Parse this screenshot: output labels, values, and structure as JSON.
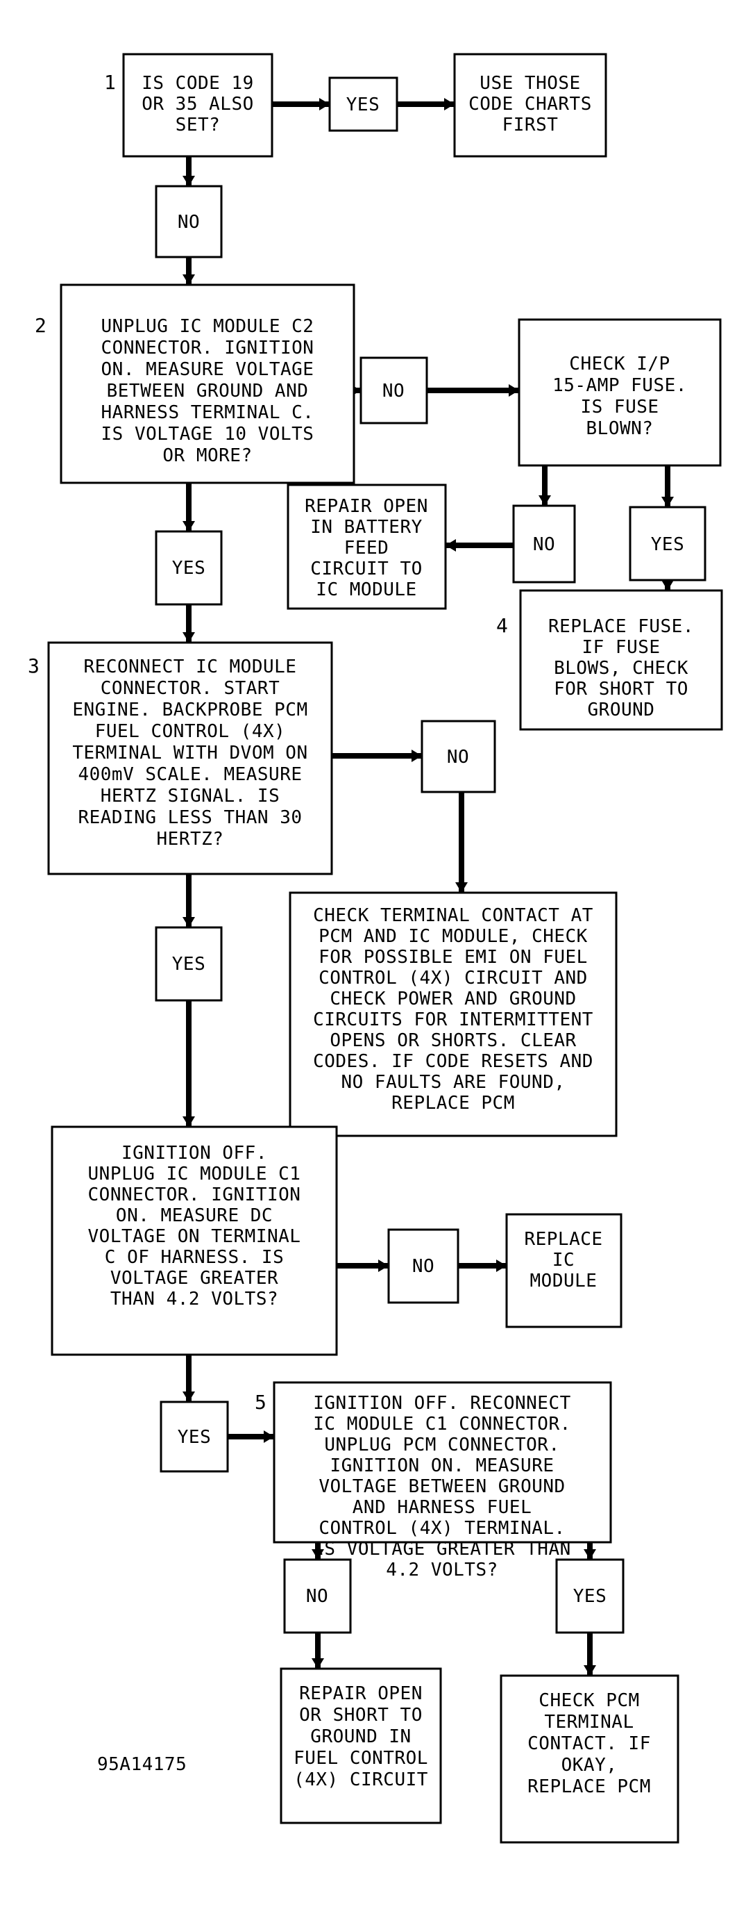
{
  "figure_id": "95A14175",
  "steps": {
    "s1": {
      "number": "1",
      "lines": [
        "IS CODE 19",
        "OR 35 ALSO",
        "SET?"
      ]
    },
    "s2": {
      "number": "2",
      "lines": [
        "UNPLUG IC MODULE C2",
        "CONNECTOR. IGNITION",
        "ON. MEASURE VOLTAGE",
        "BETWEEN GROUND AND",
        "HARNESS TERMINAL C.",
        "IS VOLTAGE 10 VOLTS",
        "OR MORE?"
      ]
    },
    "s3": {
      "number": "3",
      "lines": [
        "RECONNECT IC MODULE",
        "CONNECTOR. START",
        "ENGINE. BACKPROBE PCM",
        "FUEL CONTROL (4X)",
        "TERMINAL WITH DVOM ON",
        "400mV SCALE. MEASURE",
        "HERTZ SIGNAL. IS",
        "READING LESS THAN 30",
        "HERTZ?"
      ]
    },
    "s4": {
      "number": "4",
      "lines": [
        "REPLACE FUSE.",
        "IF FUSE",
        "BLOWS, CHECK",
        "FOR SHORT TO",
        "GROUND"
      ]
    },
    "s5": {
      "number": "5",
      "lines": [
        "IGNITION OFF. RECONNECT",
        "IC MODULE C1 CONNECTOR.",
        "UNPLUG PCM CONNECTOR.",
        "IGNITION ON. MEASURE",
        "VOLTAGE BETWEEN GROUND",
        "AND HARNESS FUEL",
        "CONTROL (4X) TERMINAL.",
        "IS VOLTAGE GREATER THAN",
        "4.2 VOLTS?"
      ]
    },
    "ign_off": {
      "lines": [
        "IGNITION OFF.",
        "UNPLUG IC MODULE C1",
        "CONNECTOR. IGNITION",
        "ON. MEASURE DC",
        "VOLTAGE ON TERMINAL",
        "C OF HARNESS. IS",
        "VOLTAGE GREATER",
        "THAN 4.2 VOLTS?"
      ]
    }
  },
  "outcomes": {
    "use_charts": {
      "lines": [
        "USE THOSE",
        "CODE CHARTS",
        "FIRST"
      ]
    },
    "check_fuse": {
      "lines": [
        "CHECK I/P",
        "15-AMP FUSE.",
        "IS FUSE",
        "BLOWN?"
      ]
    },
    "repair_feed": {
      "lines": [
        "REPAIR OPEN",
        "IN BATTERY",
        "FEED",
        "CIRCUIT TO",
        "IC MODULE"
      ]
    },
    "check_contact": {
      "lines": [
        "CHECK TERMINAL CONTACT AT",
        "PCM AND IC MODULE, CHECK",
        "FOR POSSIBLE EMI ON FUEL",
        "CONTROL (4X) CIRCUIT AND",
        "CHECK POWER AND GROUND",
        "CIRCUITS FOR INTERMITTENT",
        "OPENS OR SHORTS. CLEAR",
        "CODES. IF CODE RESETS AND",
        "NO FAULTS ARE FOUND,",
        "REPLACE PCM"
      ]
    },
    "replace_ic": {
      "lines": [
        "REPLACE",
        "IC",
        "MODULE"
      ]
    },
    "repair_short": {
      "lines": [
        "REPAIR OPEN",
        "OR SHORT TO",
        "GROUND IN",
        "FUEL CONTROL",
        "(4X) CIRCUIT"
      ]
    },
    "check_pcm": {
      "lines": [
        "CHECK PCM",
        "TERMINAL",
        "CONTACT. IF",
        "OKAY,",
        "REPLACE PCM"
      ]
    }
  },
  "labels": {
    "yes1": "YES",
    "no1": "NO",
    "no2": "NO",
    "yes2": "YES",
    "no_fuse": "NO",
    "yes_fuse": "YES",
    "no3": "NO",
    "yes3": "YES",
    "no4": "NO",
    "yes4": "YES",
    "no5": "NO",
    "yes5": "YES"
  }
}
